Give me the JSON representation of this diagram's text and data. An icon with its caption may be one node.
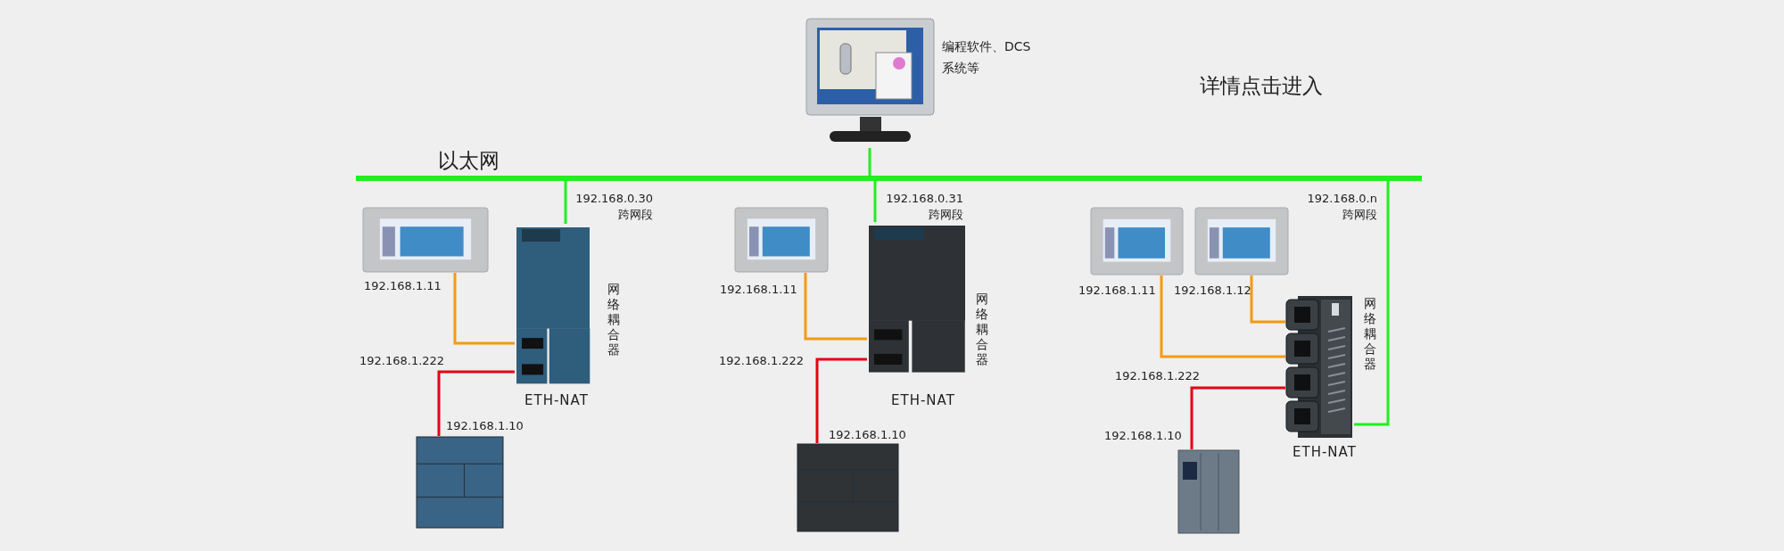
{
  "diagram": {
    "nodes": [
      {
        "text": [],
        "shape": "picture",
        "beside": [
          "编程软件、DCS系统等"
        ]
      },
      {
        "text": [],
        "shape": "bar",
        "beside": [
          "以太网"
        ]
      },
      {
        "text": [],
        "shape": "picture",
        "beside": [
          "192.168.1.11"
        ]
      },
      {
        "text": [],
        "shape": "picture",
        "beside": [
          "网络耦合器",
          "ETH-NAT"
        ]
      },
      {
        "text": [],
        "shape": "picture",
        "beside": [
          "192.168.1.10"
        ]
      },
      {
        "text": [],
        "shape": "picture",
        "beside": [
          "192.168.1.11"
        ]
      },
      {
        "text": [],
        "shape": "picture",
        "beside": [
          "网络耦合器",
          "ETH-NAT"
        ]
      },
      {
        "text": [],
        "shape": "picture",
        "beside": [
          "192.168.1.10"
        ]
      },
      {
        "text": [],
        "shape": "picture",
        "beside": [
          "192.168.1.11"
        ]
      },
      {
        "text": [],
        "shape": "picture",
        "beside": [
          "192.168.1.12"
        ]
      },
      {
        "text": [],
        "shape": "picture",
        "beside": [
          "网络耦合器",
          "ETH-NAT"
        ]
      },
      {
        "text": [],
        "shape": "picture",
        "beside": [
          "192.168.1.10"
        ]
      }
    ],
    "edges": [
      {
        "from": 0,
        "to": 1,
        "arrow": "none",
        "color": "#22ee22"
      },
      {
        "from": 1,
        "to": 3,
        "arrow": "none",
        "label": "192.168.0.30 跨网段",
        "color": "#22ee22"
      },
      {
        "from": 2,
        "to": 3,
        "arrow": "none",
        "color": "#f39a12"
      },
      {
        "from": 3,
        "to": 4,
        "arrow": "none",
        "color": "#e60012"
      },
      {
        "from": 1,
        "to": 6,
        "arrow": "none",
        "label": "192.168.0.31 跨网段",
        "color": "#22ee22"
      },
      {
        "from": 5,
        "to": 6,
        "arrow": "none",
        "color": "#f39a12"
      },
      {
        "from": 6,
        "to": 7,
        "arrow": "none",
        "color": "#e60012"
      },
      {
        "from": 1,
        "to": 10,
        "arrow": "none",
        "label": "192.168.0.n 跨网段",
        "color": "#22ee22"
      },
      {
        "from": 8,
        "to": 10,
        "arrow": "none",
        "color": "#f39a12"
      },
      {
        "from": 9,
        "to": 10,
        "arrow": "none",
        "color": "#f39a12"
      },
      {
        "from": 10,
        "to": 11,
        "arrow": "none",
        "color": "#e60012"
      }
    ],
    "labels": [
      "详情点击进入",
      "192.168.1.222",
      "192.168.1.222",
      "192.168.1.222"
    ]
  }
}
